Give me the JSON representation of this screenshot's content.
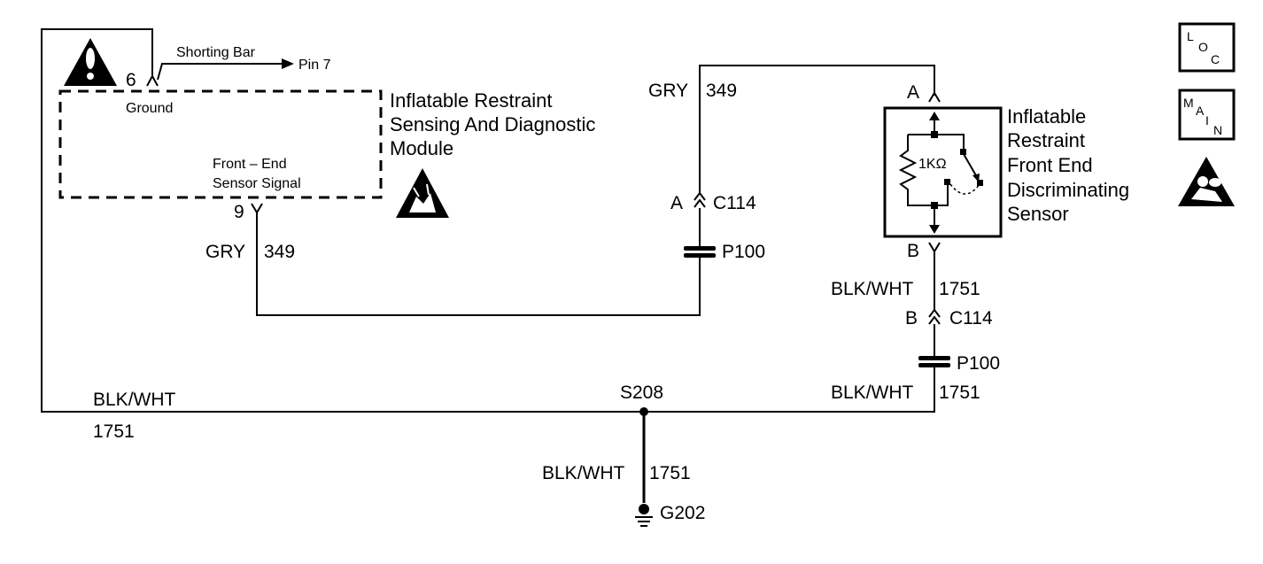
{
  "module": {
    "name_lines": [
      "Inflatable Restraint",
      "Sensing And Diagnostic",
      "Module"
    ],
    "pin6": "6",
    "pin6_label": "Ground",
    "pin9": "9",
    "pin9_label_lines": [
      "Front – End",
      "Sensor Signal"
    ],
    "shorting_bar": "Shorting Bar",
    "pin7": "Pin 7"
  },
  "sensor": {
    "name_lines": [
      "Inflatable",
      "Restraint",
      "Front End",
      "Discriminating",
      "Sensor"
    ],
    "pin_a": "A",
    "pin_b": "B",
    "resistor": "1KΩ"
  },
  "wires": {
    "gry_color": "GRY",
    "gry_circuit": "349",
    "blk_color": "BLK/WHT",
    "blk_circuit": "1751"
  },
  "connectors": {
    "c114_a_pin": "A",
    "c114_a_name": "C114",
    "c114_b_pin": "B",
    "c114_b_name": "C114",
    "p100_a": "P100",
    "p100_b": "P100"
  },
  "splice": "S208",
  "ground": "G202",
  "icons": {
    "loc": [
      "L",
      "O",
      "C"
    ],
    "main": [
      "M",
      "A",
      "I",
      "N"
    ],
    "warning": "warning-icon",
    "esd": "esd-icon",
    "airbag": "airbag-icon"
  }
}
